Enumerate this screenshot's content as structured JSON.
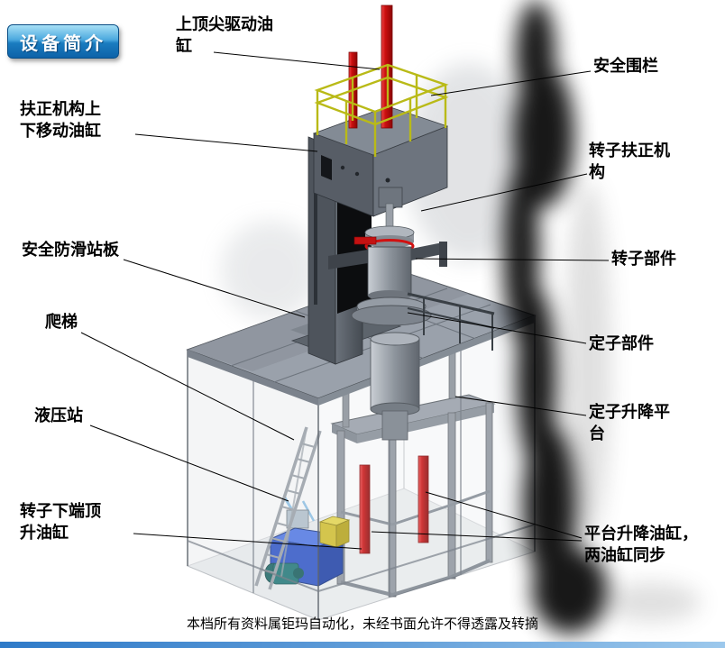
{
  "badge": {
    "label": "设备简介"
  },
  "callouts": [
    {
      "id": "top-tip-drive-cylinder",
      "label": "上顶尖驱动油缸"
    },
    {
      "id": "safety-fence",
      "label": "安全围栏"
    },
    {
      "id": "centering-updown-cylinder",
      "label": "扶正机构上下移动油缸"
    },
    {
      "id": "rotor-centering-mechanism",
      "label": "转子扶正机构"
    },
    {
      "id": "antislip-standing-plate",
      "label": "安全防滑站板"
    },
    {
      "id": "rotor-component",
      "label": "转子部件"
    },
    {
      "id": "ladder",
      "label": "爬梯"
    },
    {
      "id": "stator-component",
      "label": "定子部件"
    },
    {
      "id": "hydraulic-station",
      "label": "液压站"
    },
    {
      "id": "stator-lifting-platform",
      "label": "定子升降平台"
    },
    {
      "id": "rotor-bottom-jack-cylinder",
      "label": "转子下端顶升油缸"
    },
    {
      "id": "platform-lift-cylinders",
      "label": "平台升降油缸，两油缸同步"
    }
  ],
  "footer": {
    "text": "本档所有资料属钜玛自动化，未经书面允许不得透露及转摘"
  },
  "colors": {
    "badge_blue": "#1a7cc0",
    "cylinder_red": "#cc1010",
    "railing_yellow": "#b9ba17",
    "hydraulic_blue": "#2750c8",
    "accent_bar_blue": "#2e7ac8"
  }
}
